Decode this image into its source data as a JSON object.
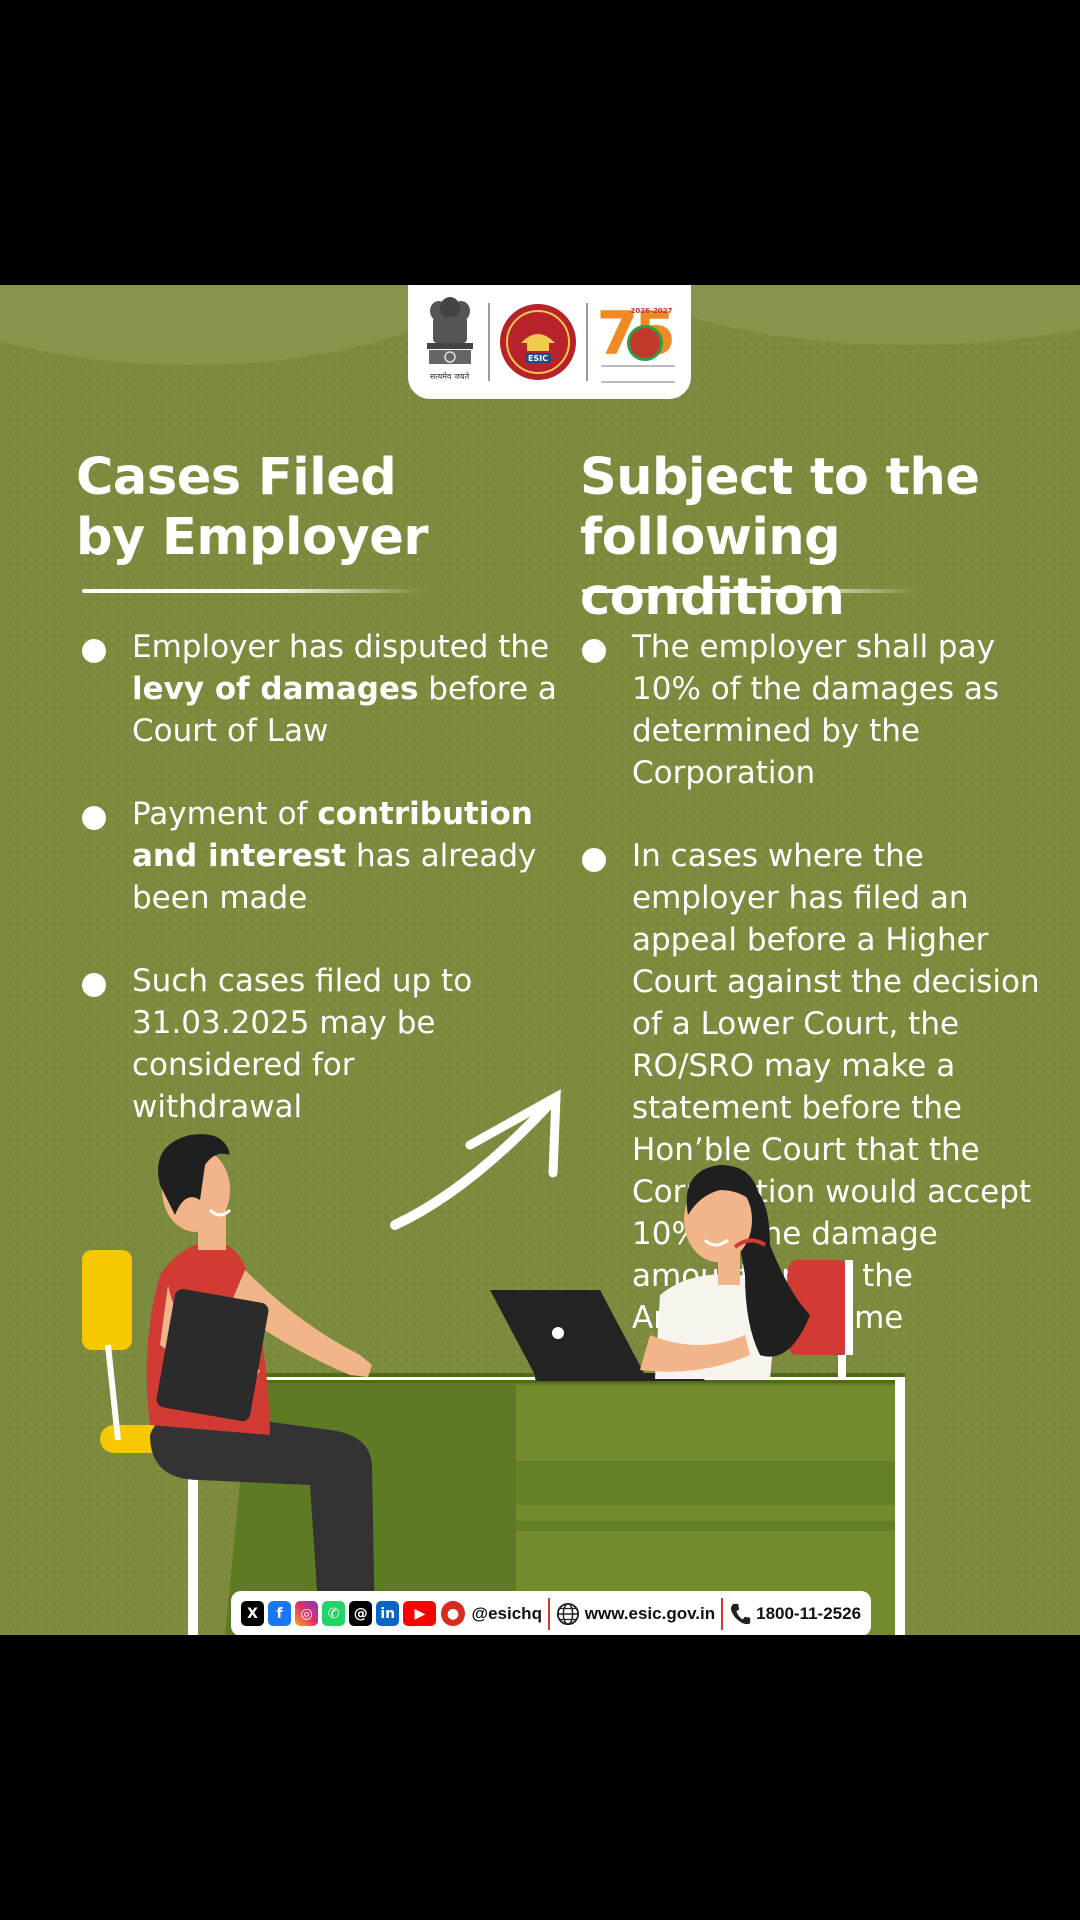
{
  "logos": {
    "emblem_motto": "सत्यमेव जयते",
    "esic_badge_text": "ESIC",
    "anniversary_number": "75",
    "anniversary_years": "2026-2027"
  },
  "left": {
    "title": "Cases Filed by Employer",
    "bullets": [
      {
        "before": "Employer has disputed the ",
        "bold": "levy of damages",
        "after": " before a Court of Law"
      },
      {
        "before": "Payment of ",
        "bold": "contribution and interest",
        "after": " has already been made"
      },
      {
        "before": "Such cases filed up to 31.03.2025 may be considered for withdrawal",
        "bold": "",
        "after": ""
      }
    ]
  },
  "right": {
    "title": "Subject to the following condition",
    "bullets": [
      "The employer shall pay 10% of the damages as determined by the Corporation",
      "In cases where the employer has filed an appeal before a Higher Court against the decision of a Lower Court, the RO/SRO may make a statement before the Hon’ble Court that the Corporation would accept 10% of the damage amount under the Amnesty Scheme"
    ]
  },
  "footer": {
    "handle": "@esichq",
    "website": "www.esic.gov.in",
    "phone": "1800-11-2526",
    "icons": [
      "x-icon",
      "facebook-icon",
      "instagram-icon",
      "whatsapp-icon",
      "threads-icon",
      "linkedin-icon",
      "youtube-icon",
      "koo-icon",
      "globe-icon",
      "phone-icon"
    ]
  },
  "colors": {
    "background": "#7c8a3d",
    "desk_top": "#5f7a24",
    "desk_front": "#728b2c",
    "shirt_red": "#d23b34",
    "chair_yellow": "#f5c800"
  }
}
